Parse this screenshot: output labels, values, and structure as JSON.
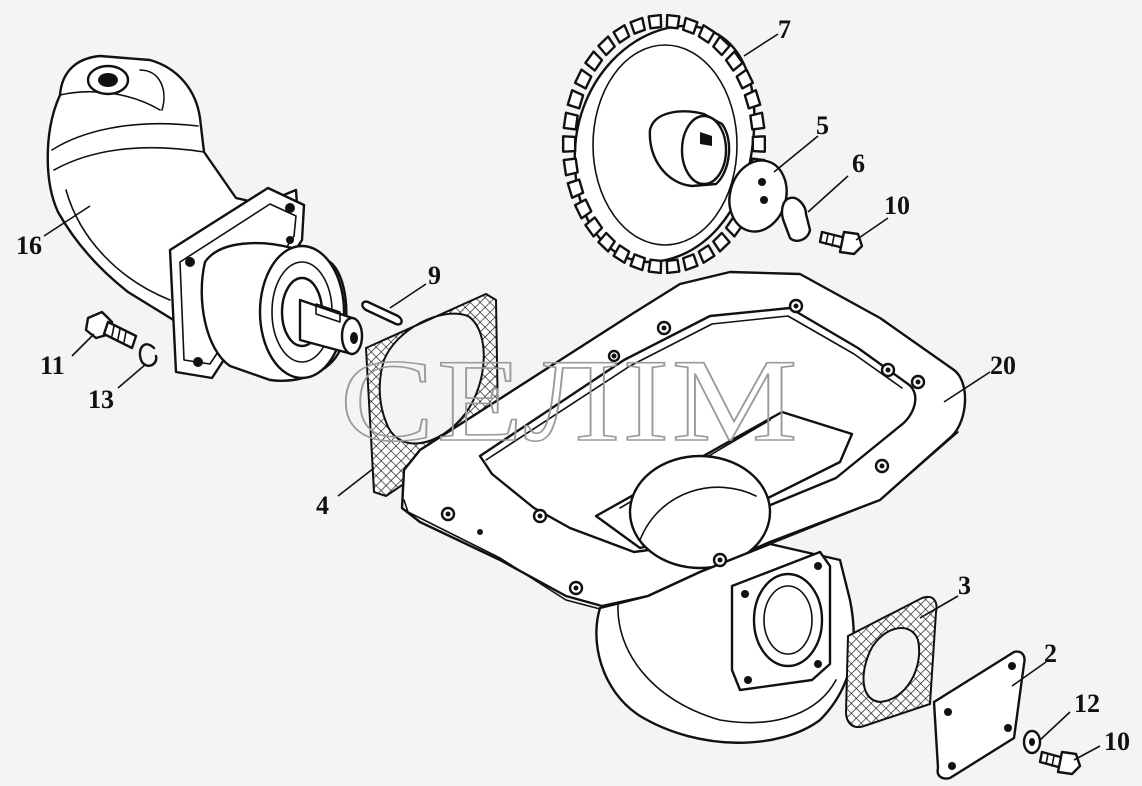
{
  "watermark": "СЕЛІМ",
  "callouts": [
    {
      "id": "c16",
      "text": "16"
    },
    {
      "id": "c7",
      "text": "7"
    },
    {
      "id": "c5",
      "text": "5"
    },
    {
      "id": "c6",
      "text": "6"
    },
    {
      "id": "c10a",
      "text": "10"
    },
    {
      "id": "c9",
      "text": "9"
    },
    {
      "id": "c11",
      "text": "11"
    },
    {
      "id": "c13",
      "text": "13"
    },
    {
      "id": "c20",
      "text": "20"
    },
    {
      "id": "c4",
      "text": "4"
    },
    {
      "id": "c3",
      "text": "3"
    },
    {
      "id": "c2",
      "text": "2"
    },
    {
      "id": "c12",
      "text": "12"
    },
    {
      "id": "c10b",
      "text": "10"
    }
  ]
}
